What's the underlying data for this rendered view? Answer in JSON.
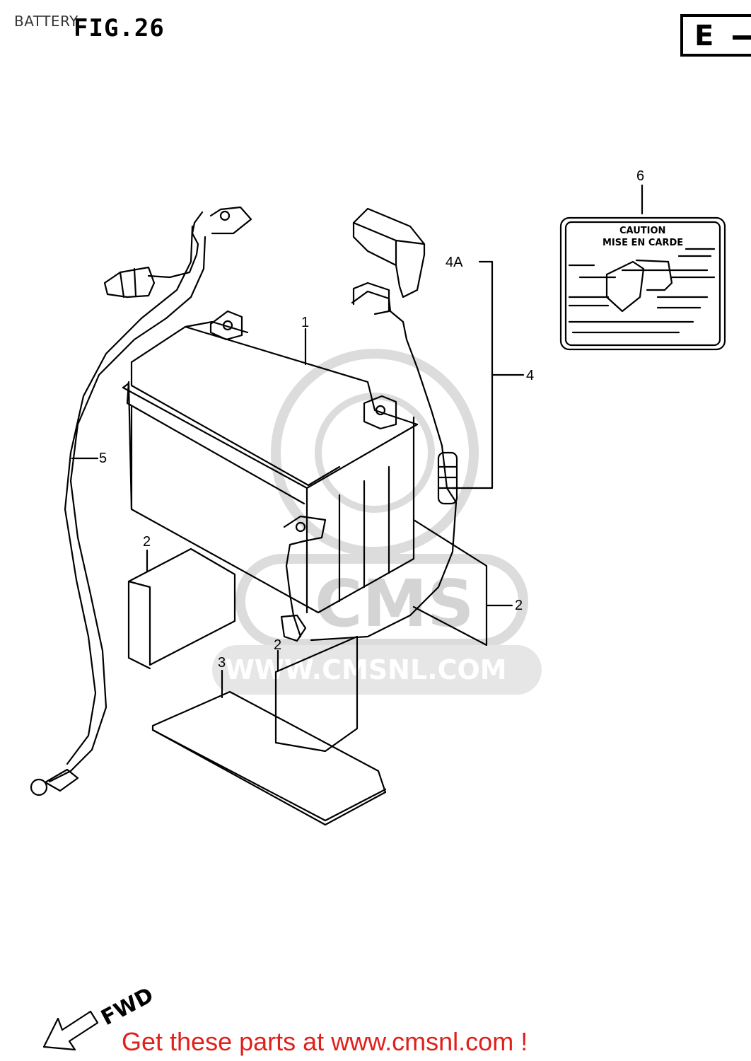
{
  "header": {
    "page_label": "BATTERY",
    "figure_title": "FIG.26",
    "region_code": "E"
  },
  "labels": {
    "battery": "1",
    "spacer": "2",
    "tray": "3",
    "positive_lead": "4",
    "terminal_cover": "4A",
    "negative_lead": "5",
    "caution_label": "6"
  },
  "caution_sticker": {
    "line1": "CAUTION",
    "line2": "MISE EN CARDE"
  },
  "watermark": {
    "logo": "CMS",
    "url": "WWW.CMSNL.COM"
  },
  "direction": {
    "text": "FWD"
  },
  "footer": {
    "text": "Get these parts at www.cmsnl.com !"
  },
  "colors": {
    "line": "#000000",
    "footer": "#e0201a",
    "watermark": "#d8d8d8"
  }
}
